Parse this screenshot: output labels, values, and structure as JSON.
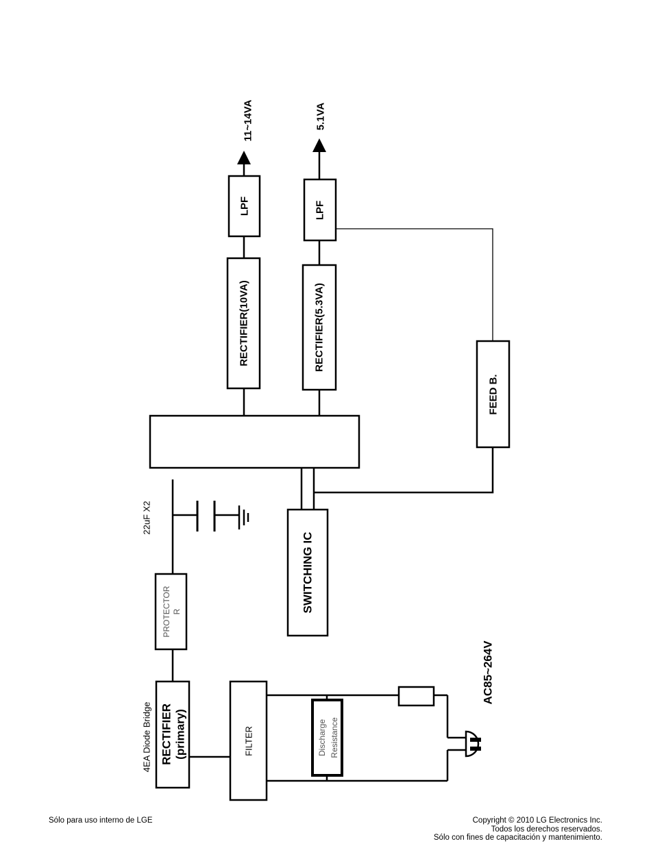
{
  "blocks": {
    "rectifier_10va": "RECTIFIER(10VA)",
    "rectifier_5_3va": "RECTIFIER(5.3VA)",
    "lpf_top": "LPF",
    "lpf_bottom": "LPF",
    "feedback": "FEED B.",
    "switching_ic": "SWITCHING IC",
    "protector_line1": "PROTECTOR",
    "protector_line2": "R",
    "rectifier_primary_line1": "RECTIFIER",
    "rectifier_primary_line2": "(primary)",
    "filter": "FILTER",
    "discharge_line1": "Discharge",
    "discharge_line2": "Resistance"
  },
  "labels": {
    "output_1": "11~14VA",
    "output_2": "5.1VA",
    "capacitor": "22uF X2",
    "diode_bridge": "4EA Diode Bridge",
    "ac_input": "AC85~264V"
  },
  "footer": {
    "left": "Sólo para uso interno de LGE",
    "right_line1": "Copyright © 2010 LG Electronics Inc.",
    "right_line2": "Todos los derechos reservados.",
    "right_line3": "Sólo con fines de capacitación y mantenimiento."
  }
}
